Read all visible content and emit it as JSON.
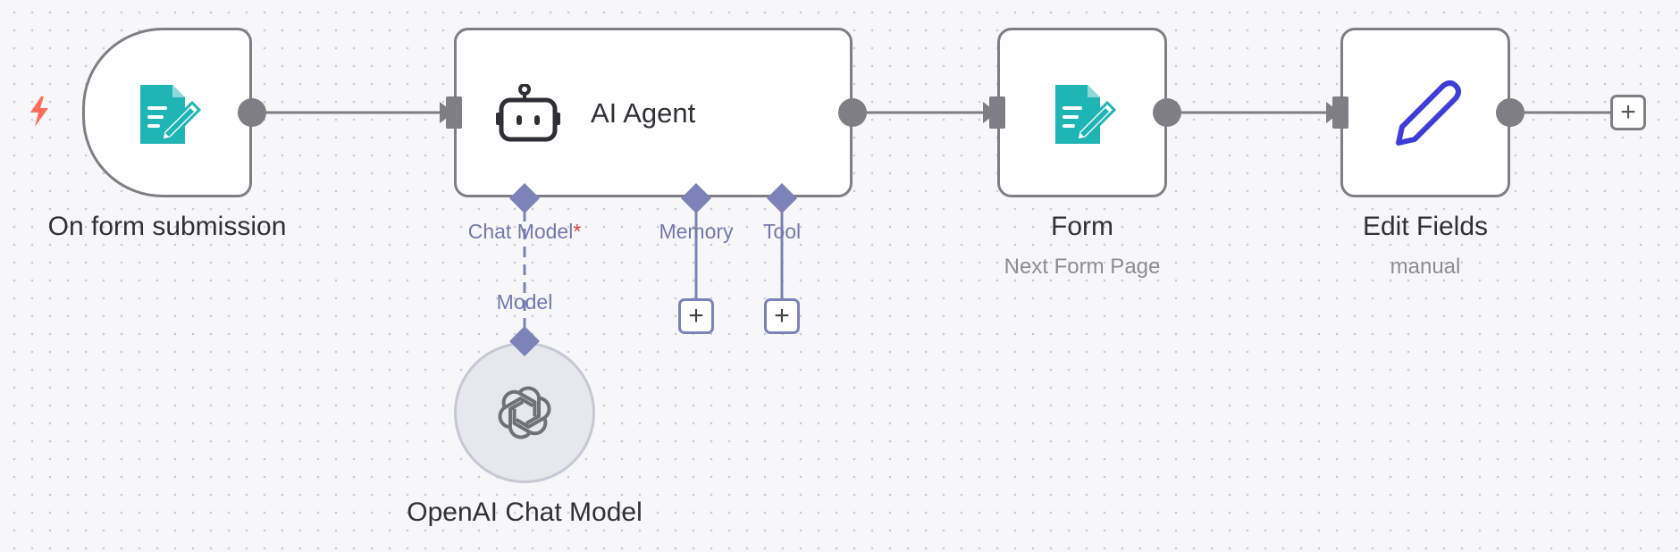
{
  "canvas": {
    "background": "#f7f7f9",
    "connection_color": "#7e7e84",
    "ai_connection_color": "#7d82b8"
  },
  "nodes": {
    "form_trigger": {
      "label": "On form submission",
      "icon": "form-document-pencil-icon",
      "icon_color": "#1fb5b4",
      "trigger_icon": "lightning-bolt-icon",
      "trigger_color": "#ff6d5a"
    },
    "ai_agent": {
      "label": "AI Agent",
      "icon": "robot-icon",
      "ports": {
        "chat_model": "Chat Model",
        "chat_model_required": "*",
        "memory": "Memory",
        "tool": "Tool"
      }
    },
    "openai_model": {
      "label": "OpenAI Chat Model",
      "icon": "openai-logo-icon",
      "port_label": "Model"
    },
    "form": {
      "label": "Form",
      "subtitle": "Next Form Page",
      "icon": "form-document-pencil-icon",
      "icon_color": "#1fb5b4"
    },
    "edit_fields": {
      "label": "Edit Fields",
      "subtitle": "manual",
      "icon": "pencil-icon",
      "icon_color": "#3d3dd8"
    }
  },
  "add_buttons": {
    "symbol": "+"
  }
}
